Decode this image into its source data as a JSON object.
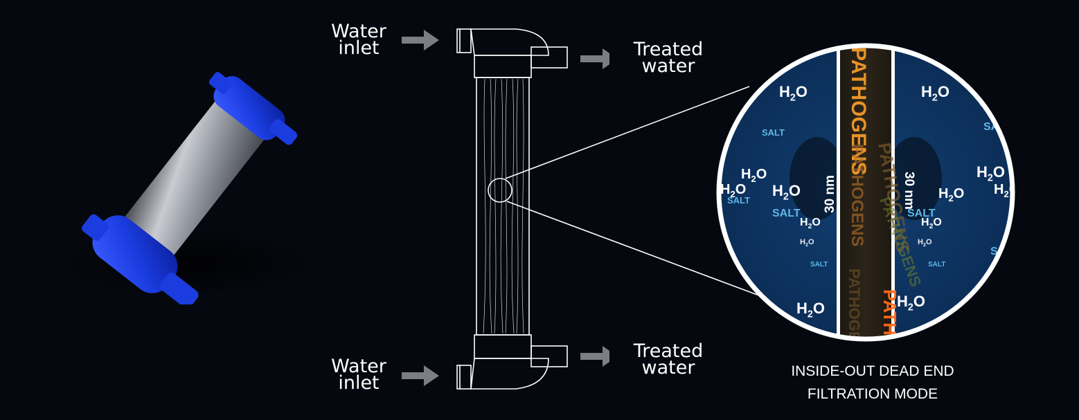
{
  "labels": {
    "inlet_top": [
      "Water",
      "inlet"
    ],
    "inlet_bottom": [
      "Water",
      "inlet"
    ],
    "treated_top": [
      "Treated",
      "water"
    ],
    "treated_bottom": [
      "Treated",
      "water"
    ]
  },
  "caption": [
    "INSIDE-OUT DEAD END",
    "FILTRATION MODE"
  ],
  "zoom": {
    "pore_size_label": "30 nm",
    "pathogens_label": "PATHOGENS",
    "salt_label": "SALT",
    "water_label": "H",
    "water_sub": "2",
    "water_suffix": "O"
  },
  "colors": {
    "background": "#05080f",
    "cartridge_blue": "#1c3fe0",
    "zoom_water": "#0f3a6b",
    "fiber_wall": "#ffffff",
    "pathogen_orange": "#ff8a1e",
    "arrow_gray": "#7b7e85"
  }
}
